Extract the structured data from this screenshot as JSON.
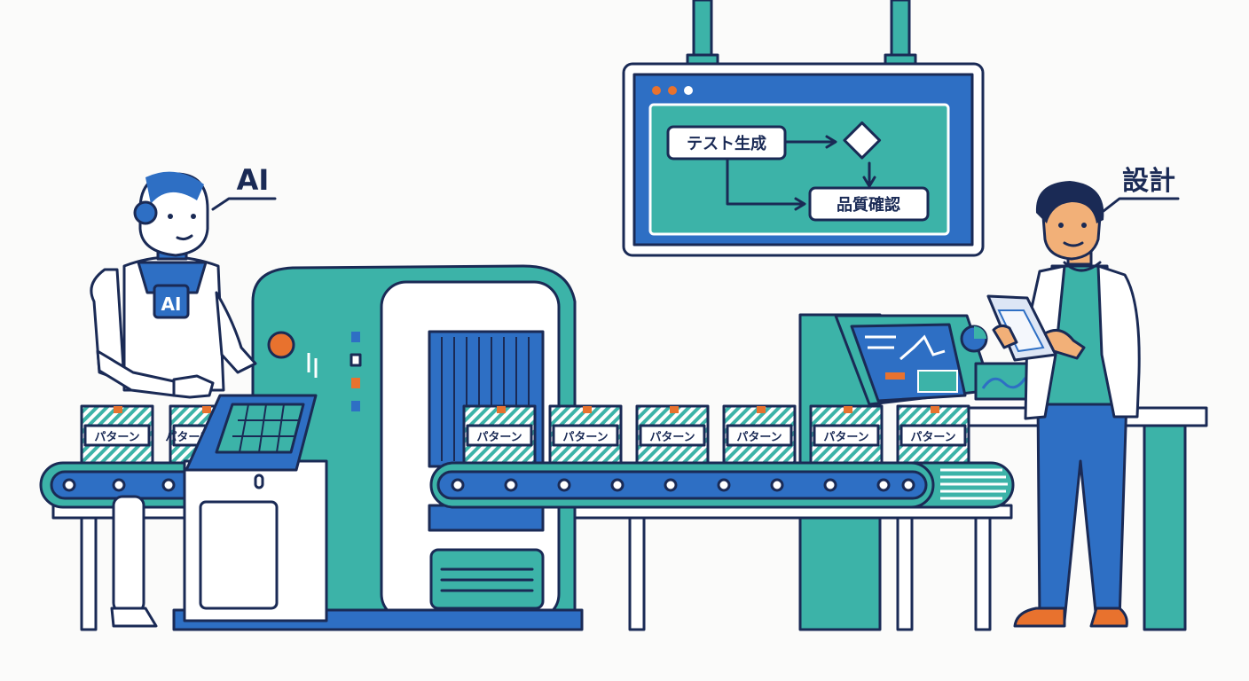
{
  "labels": {
    "ai_callout": "AI",
    "ai_chest": "AI",
    "designer_callout": "設計"
  },
  "monitor": {
    "node_test_generation": "テスト生成",
    "node_quality_check": "品質確認"
  },
  "boxes": {
    "label": "パターン",
    "count": 8
  },
  "colors": {
    "teal": "#3cb3a8",
    "blue": "#2e6fc4",
    "navy": "#1a2a55",
    "orange": "#e8722e",
    "background": "#fbfbfa"
  }
}
